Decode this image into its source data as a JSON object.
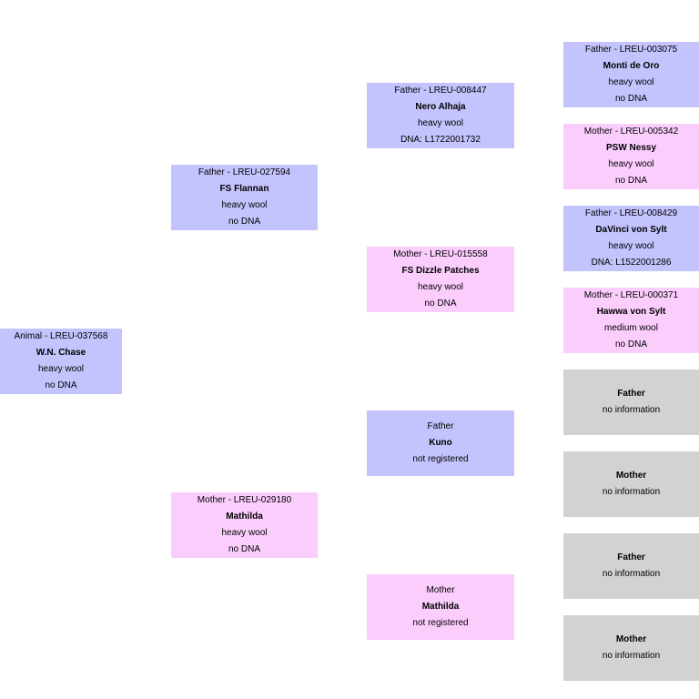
{
  "animal": {
    "role": "Animal - LREU-037568",
    "name": "W.N. Chase",
    "wool": "heavy wool",
    "dna": "no DNA"
  },
  "father": {
    "role": "Father - LREU-027594",
    "name": "FS Flannan",
    "wool": "heavy wool",
    "dna": "no DNA"
  },
  "mother": {
    "role": "Mother - LREU-029180",
    "name": "Mathilda",
    "wool": "heavy wool",
    "dna": "no DNA"
  },
  "ff": {
    "role": "Father - LREU-008447",
    "name": "Nero Alhaja",
    "wool": "heavy wool",
    "dna": "DNA: L1722001732"
  },
  "fm": {
    "role": "Mother - LREU-015558",
    "name": "FS Dizzle Patches",
    "wool": "heavy wool",
    "dna": "no DNA"
  },
  "mf": {
    "role": "Father",
    "name": "Kuno",
    "status": "not registered"
  },
  "mm": {
    "role": "Mother",
    "name": "Mathilda",
    "status": "not registered"
  },
  "fff": {
    "role": "Father - LREU-003075",
    "name": "Monti de Oro",
    "wool": "heavy wool",
    "dna": "no DNA"
  },
  "ffm": {
    "role": "Mother - LREU-005342",
    "name": "PSW Nessy",
    "wool": "heavy wool",
    "dna": "no DNA"
  },
  "fmf": {
    "role": "Father - LREU-008429",
    "name": "DaVinci von Sylt",
    "wool": "heavy wool",
    "dna": "DNA: L1522001286"
  },
  "fmm": {
    "role": "Mother - LREU-000371",
    "name": "Hawwa von Sylt",
    "wool": "medium wool",
    "dna": "no DNA"
  },
  "mff": {
    "role": "Father",
    "info": "no information"
  },
  "mfm": {
    "role": "Mother",
    "info": "no information"
  },
  "mmf": {
    "role": "Father",
    "info": "no information"
  },
  "mmm": {
    "role": "Mother",
    "info": "no information"
  },
  "colors": {
    "male": "#c3c3fd",
    "female": "#fbcdfd",
    "unknown": "#d2d2d2"
  }
}
